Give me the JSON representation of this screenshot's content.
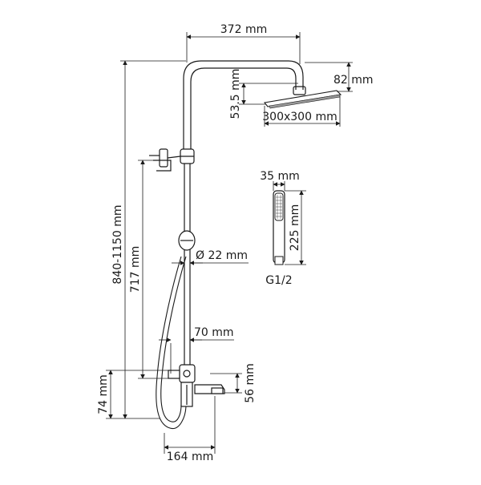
{
  "diagram": {
    "colors": {
      "stroke": "#1a1a1a",
      "background": "#ffffff",
      "shade": "#9a9a9a"
    },
    "dimensions": {
      "top_arm_width": "372 mm",
      "head_drop": "82 mm",
      "head_offset": "53.5 mm",
      "head_size": "300x300 mm",
      "total_height": "840-1150 mm",
      "slide_height": "717 mm",
      "pipe_diameter": "Ø 22 mm",
      "spout_projection": "70 mm",
      "mixer_height": "74 mm",
      "spout_drop": "56 mm",
      "base_width": "164 mm",
      "hand_width": "35 mm",
      "hand_length": "225 mm",
      "hand_thread": "G1/2"
    }
  }
}
